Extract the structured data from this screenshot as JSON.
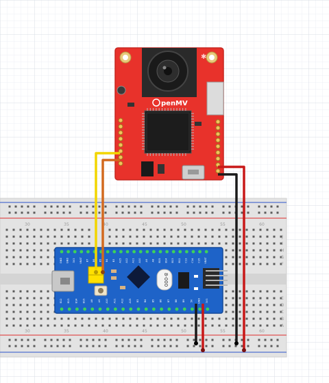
{
  "camera_board": {
    "logo_text": "penMV",
    "colors": {
      "pcb": "#e8322b",
      "pcb_edge": "#c62620",
      "chip": "#1c1c1c",
      "lens": "#2a2a2a",
      "header": "#f5b31b"
    }
  },
  "mcu_board": {
    "label": "8-000",
    "top_pins": [
      "GND",
      "GND",
      "3V3",
      "VBAT",
      "B7",
      "B6",
      "B5",
      "B4",
      "B3",
      "A15",
      "A12",
      "A11",
      "A10",
      "A9",
      "A8",
      "B15",
      "B14",
      "B13",
      "B12",
      "C13",
      "C14",
      "C15",
      "VBAT"
    ],
    "bottom_pins": [
      "B12",
      "B13",
      "B14",
      "B15",
      "A8",
      "A9",
      "A10",
      "A11",
      "A12",
      "A15",
      "B3",
      "B4",
      "B5",
      "B6",
      "B7",
      "B8",
      "B9",
      "5V",
      "GND",
      "3V3"
    ],
    "colors": {
      "pcb": "#1e63c8",
      "pcb_edge": "#154a9a",
      "jumper": "#ffe000",
      "chip": "#0d1a3a"
    }
  },
  "breadboard": {
    "column_numbers": [
      "30",
      "35",
      "40",
      "45",
      "50",
      "55",
      "60"
    ],
    "row_letters_top": [
      "J",
      "I",
      "H",
      "G",
      "F"
    ],
    "row_letters_bottom": [
      "E",
      "D",
      "C",
      "B",
      "A"
    ],
    "colors": {
      "body": "#e3e3e3",
      "hole": "#5a5a5a",
      "rail_red": "#e05050",
      "rail_blue": "#5070d0"
    }
  },
  "wires": {
    "colors": {
      "yellow": "#f2d500",
      "orange": "#d2691e",
      "red": "#c81818",
      "black": "#1a1a1a"
    }
  }
}
